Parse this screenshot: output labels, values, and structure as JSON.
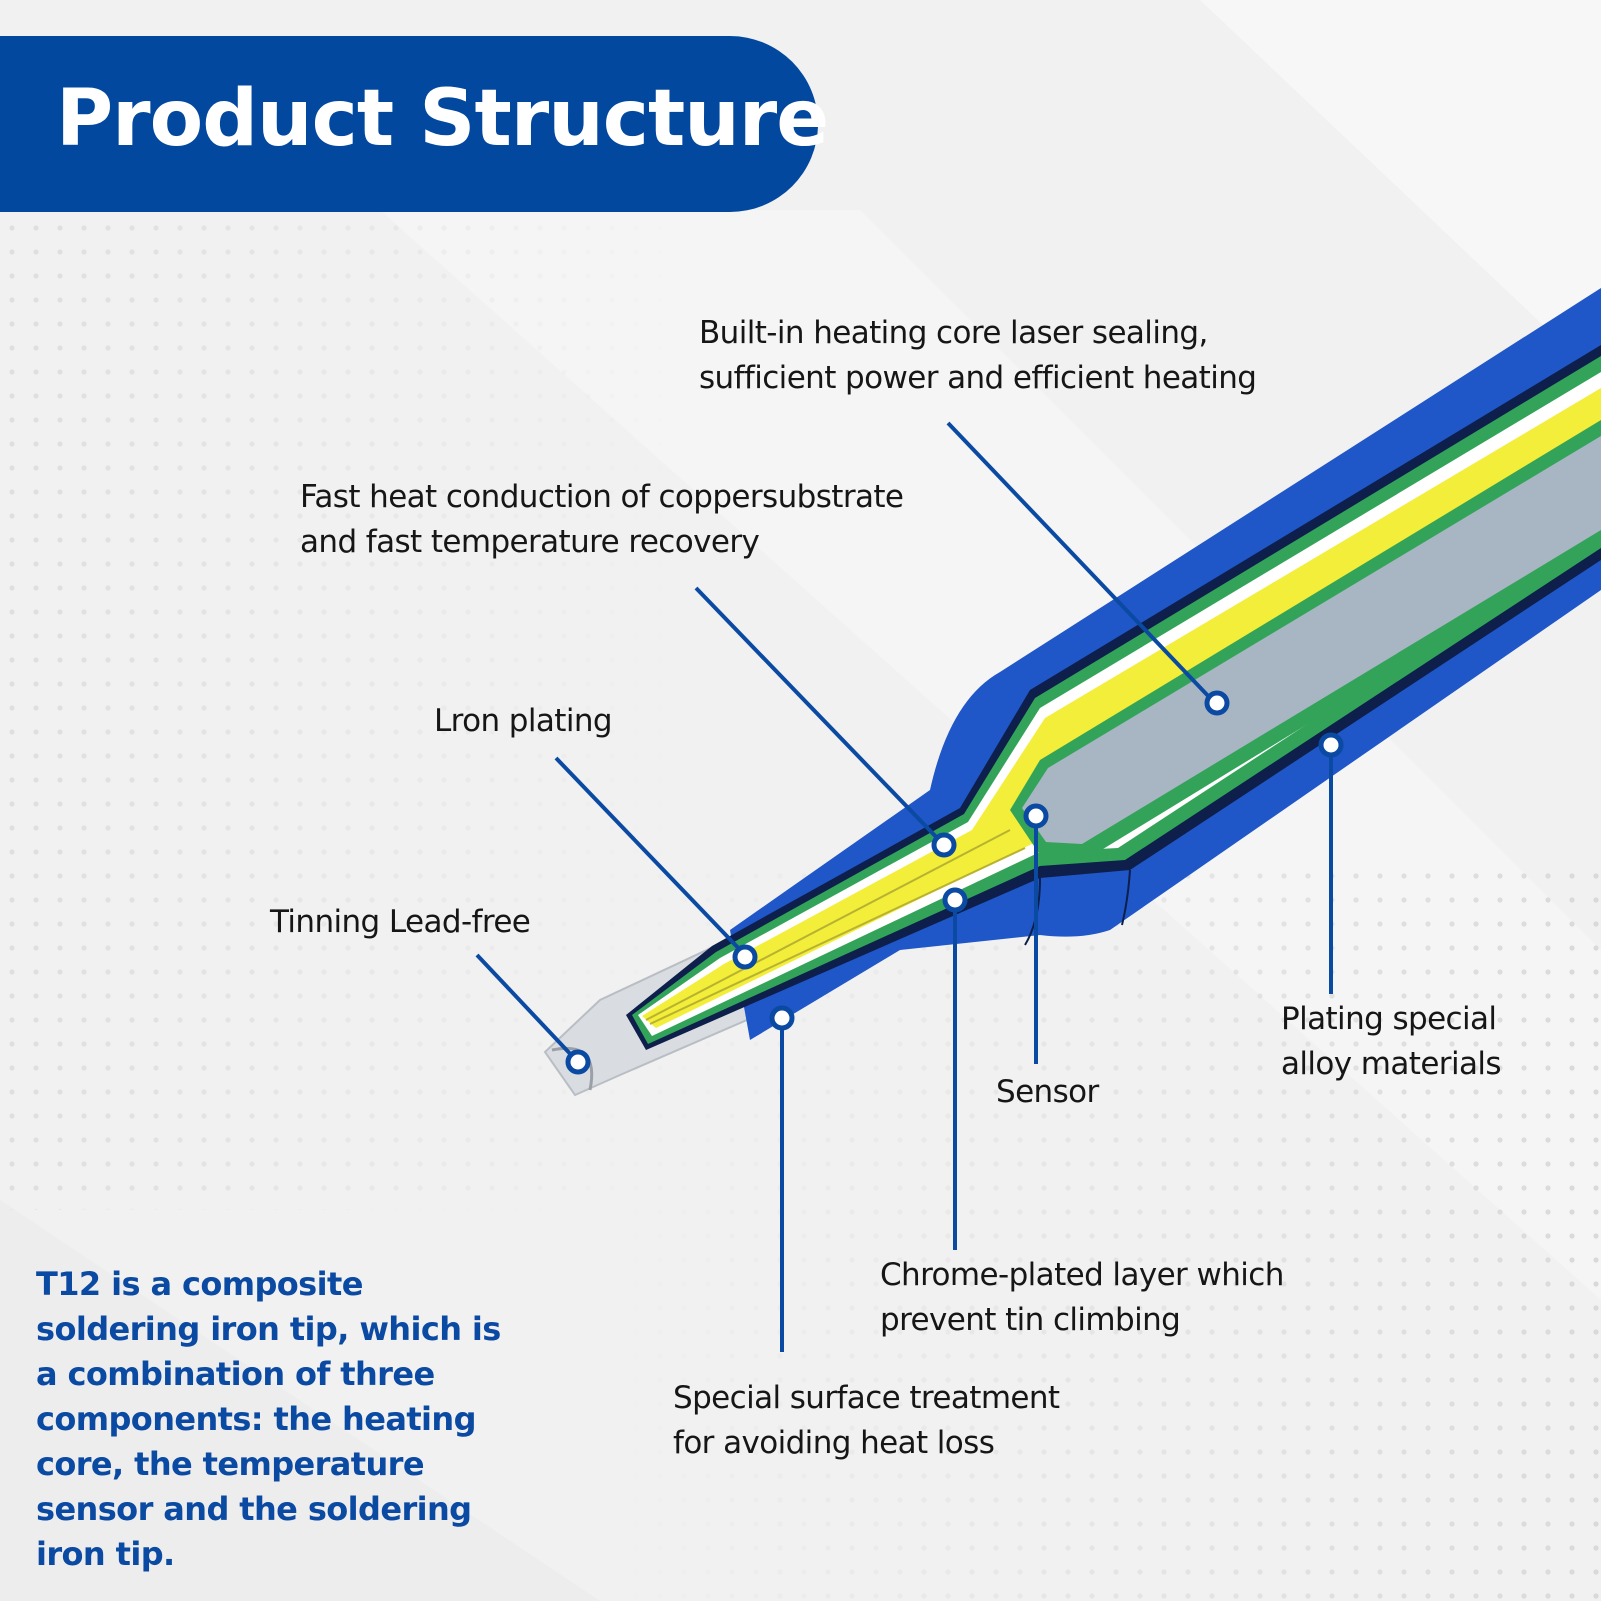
{
  "header": {
    "title": "Product Structure"
  },
  "colors": {
    "brand_blue": "#02489f",
    "shell_blue": "#1f56c8",
    "yellow": "#f2ee3a",
    "green": "#33a35a",
    "core_gray": "#a8b6c3",
    "leader_line": "#0b4aa2",
    "text_dark": "#161616",
    "description_text": "#0b4aa2"
  },
  "callouts": [
    {
      "id": "heating-core",
      "lines": [
        "Built-in heating core laser sealing,",
        "sufficient power and efficient heating"
      ]
    },
    {
      "id": "copper-substrate",
      "lines": [
        "Fast heat conduction of coppersubstrate",
        "and fast temperature recovery"
      ]
    },
    {
      "id": "iron-plating",
      "lines": [
        "Lron plating"
      ]
    },
    {
      "id": "tinning",
      "lines": [
        "Tinning Lead-free"
      ]
    },
    {
      "id": "sensor",
      "lines": [
        "Sensor"
      ]
    },
    {
      "id": "alloy",
      "lines": [
        "Plating special",
        "alloy materials"
      ]
    },
    {
      "id": "chrome",
      "lines": [
        "Chrome-plated layer which",
        "prevent tin climbing"
      ]
    },
    {
      "id": "surface",
      "lines": [
        "Special surface treatment",
        "for avoiding heat loss"
      ]
    }
  ],
  "description": {
    "lines": [
      "T12 is a composite",
      "soldering iron tip, which is",
      "a combination of three",
      "components: the heating",
      "core, the temperature",
      "sensor and the soldering",
      "iron tip."
    ]
  }
}
